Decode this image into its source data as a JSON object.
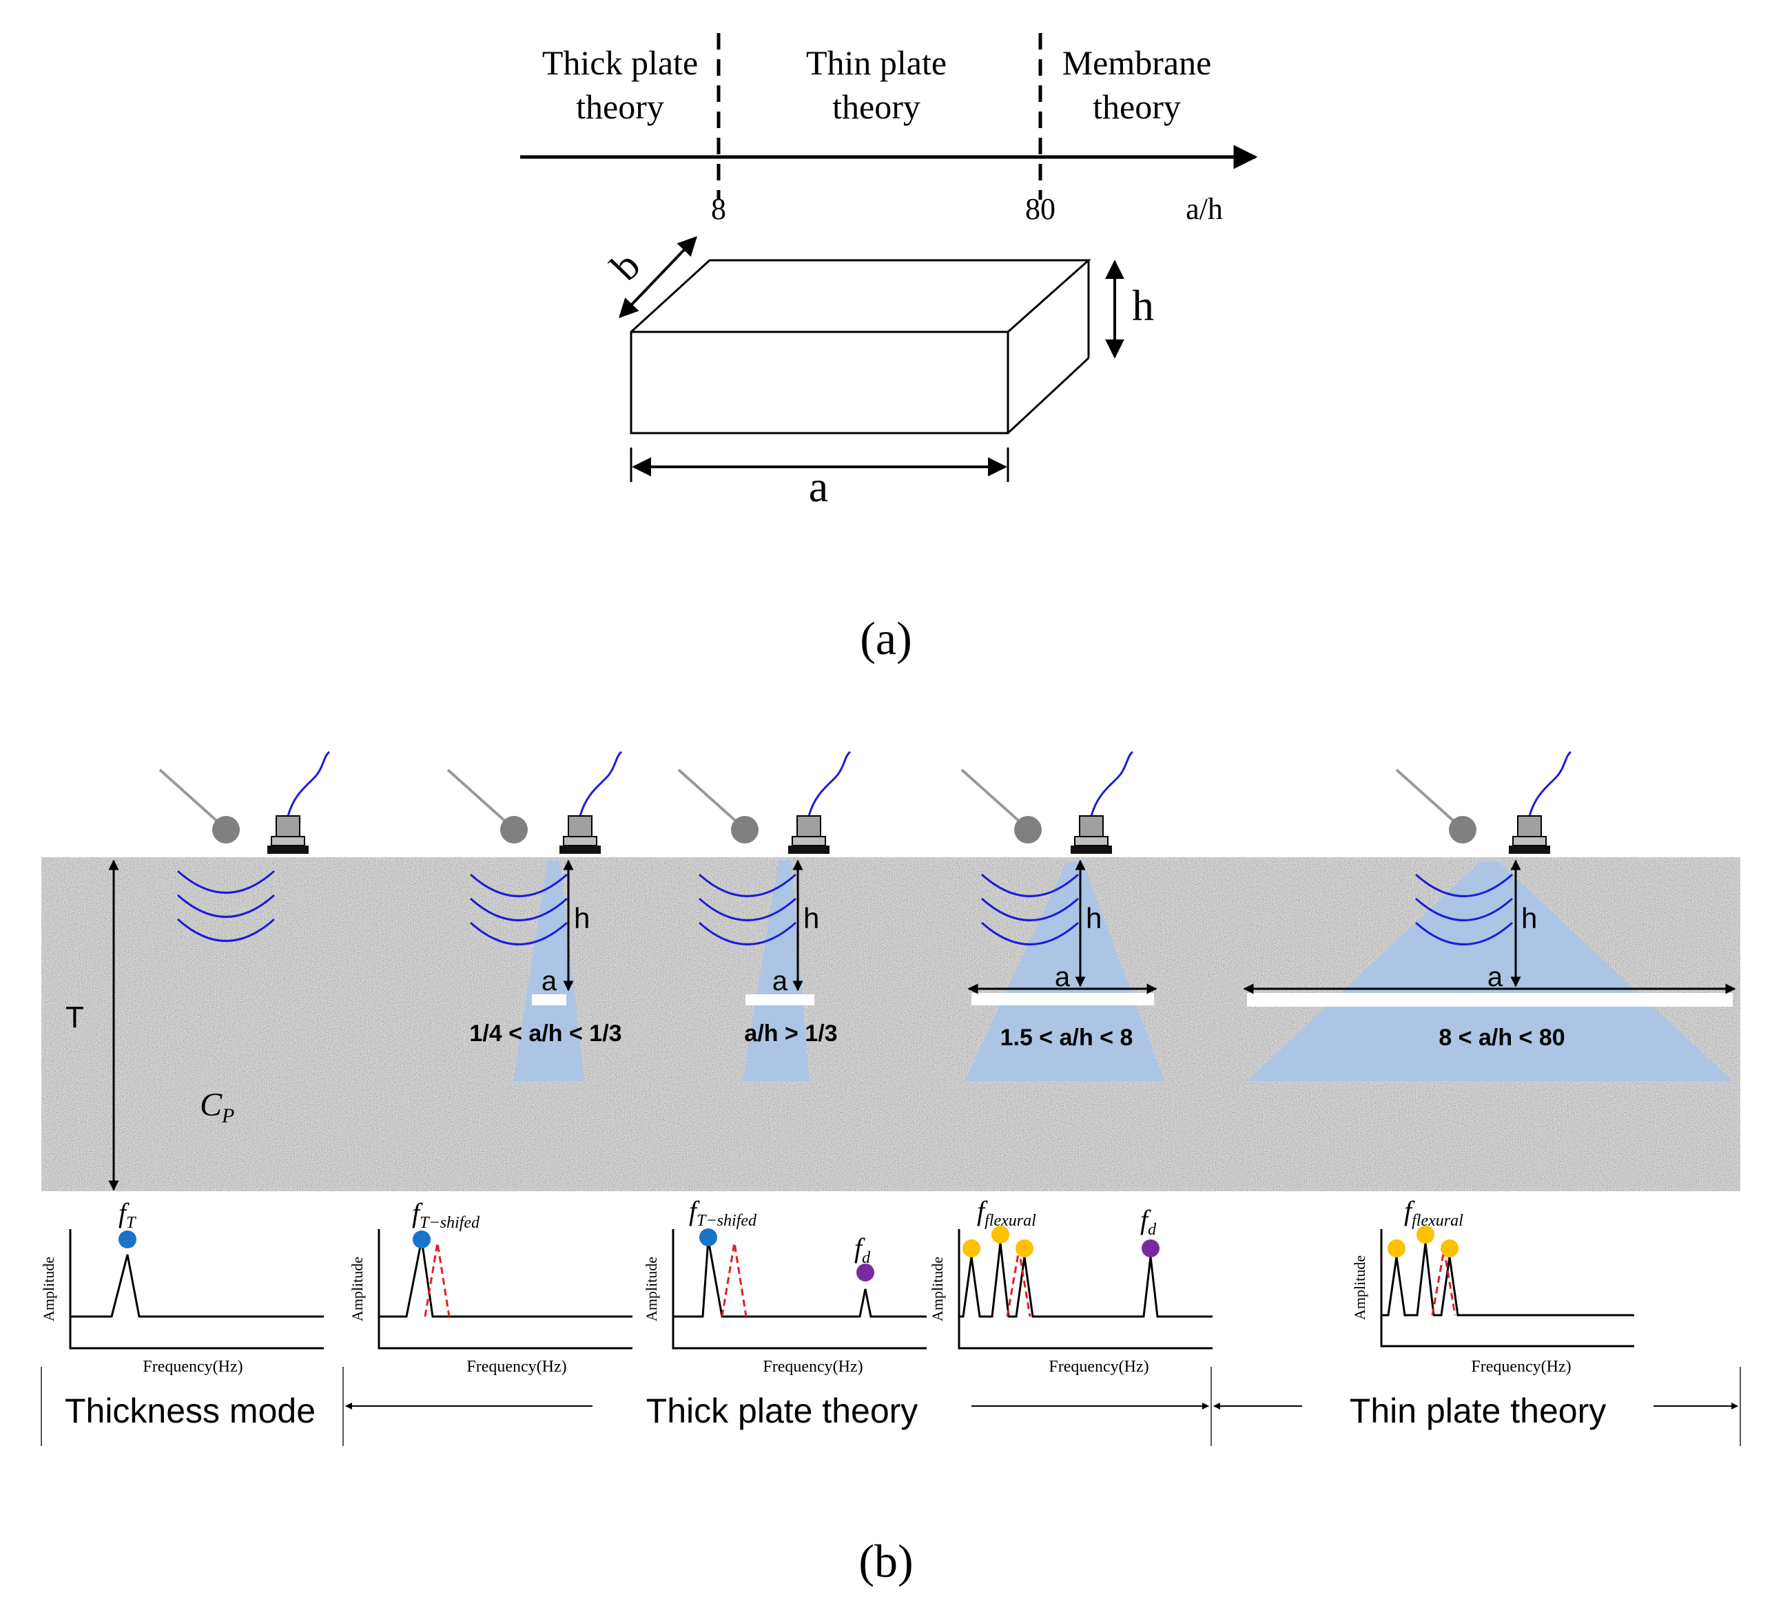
{
  "panel_a": {
    "label": "(a)",
    "regions": [
      {
        "id": "thick",
        "line1": "Thick plate",
        "line2": "theory"
      },
      {
        "id": "thin",
        "line1": "Thin plate",
        "line2": "theory"
      },
      {
        "id": "membrane",
        "line1": "Membrane",
        "line2": "theory"
      }
    ],
    "ticks": [
      "8",
      "80"
    ],
    "axis_label": "a/h",
    "box_labels": {
      "width": "b",
      "height": "h",
      "length": "a"
    }
  },
  "panel_b": {
    "label": "(b)",
    "thickness_label": "T",
    "velocity_label": {
      "main": "C",
      "sub": "P"
    },
    "depth_label": "h",
    "defect_label": "a",
    "ratios": [
      "1/4 < a/h < 1/3",
      "a/h > 1/3",
      "1.5 < a/h < 8",
      "8 < a/h < 80"
    ],
    "plots": [
      {
        "id": "p1",
        "peak_labels": [
          {
            "main": "f",
            "sub": "T"
          }
        ]
      },
      {
        "id": "p2",
        "peak_labels": [
          {
            "main": "f",
            "sub": "T−shifed"
          }
        ]
      },
      {
        "id": "p3",
        "peak_labels": [
          {
            "main": "f",
            "sub": "T−shifed"
          },
          {
            "main": "f",
            "sub": "d"
          }
        ]
      },
      {
        "id": "p4",
        "peak_labels": [
          {
            "main": "f",
            "sub": "flexural"
          },
          {
            "main": "f",
            "sub": "d"
          }
        ]
      },
      {
        "id": "p5",
        "peak_labels": [
          {
            "main": "f",
            "sub": "flexural"
          }
        ]
      }
    ],
    "y_axis_label": "Amplitude",
    "x_axis_label": "Frequency(Hz)",
    "modes": [
      "Thickness mode",
      "Thick plate theory",
      "Thin plate theory"
    ]
  },
  "colors": {
    "wave": "#1d1dd6",
    "cone": "#a8c4e8",
    "peak_blue": "#1874c8",
    "peak_purple": "#7a2aa0",
    "peak_yellow": "#ffc000",
    "shift_red": "#e02020",
    "ball": "#808080"
  }
}
